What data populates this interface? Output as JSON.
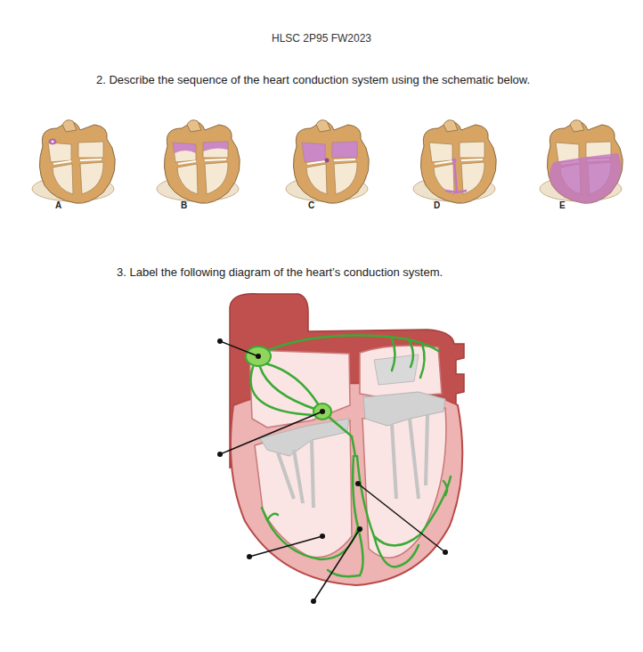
{
  "diagram": {
    "title": "HLSC 2P95 FW2023",
    "labels": [
      "2. Describe the sequence of the heart conduction system using the schematic below.",
      "A",
      "B",
      "C",
      "D",
      "E",
      "3. Label the following diagram of the heart’s conduction system."
    ]
  }
}
